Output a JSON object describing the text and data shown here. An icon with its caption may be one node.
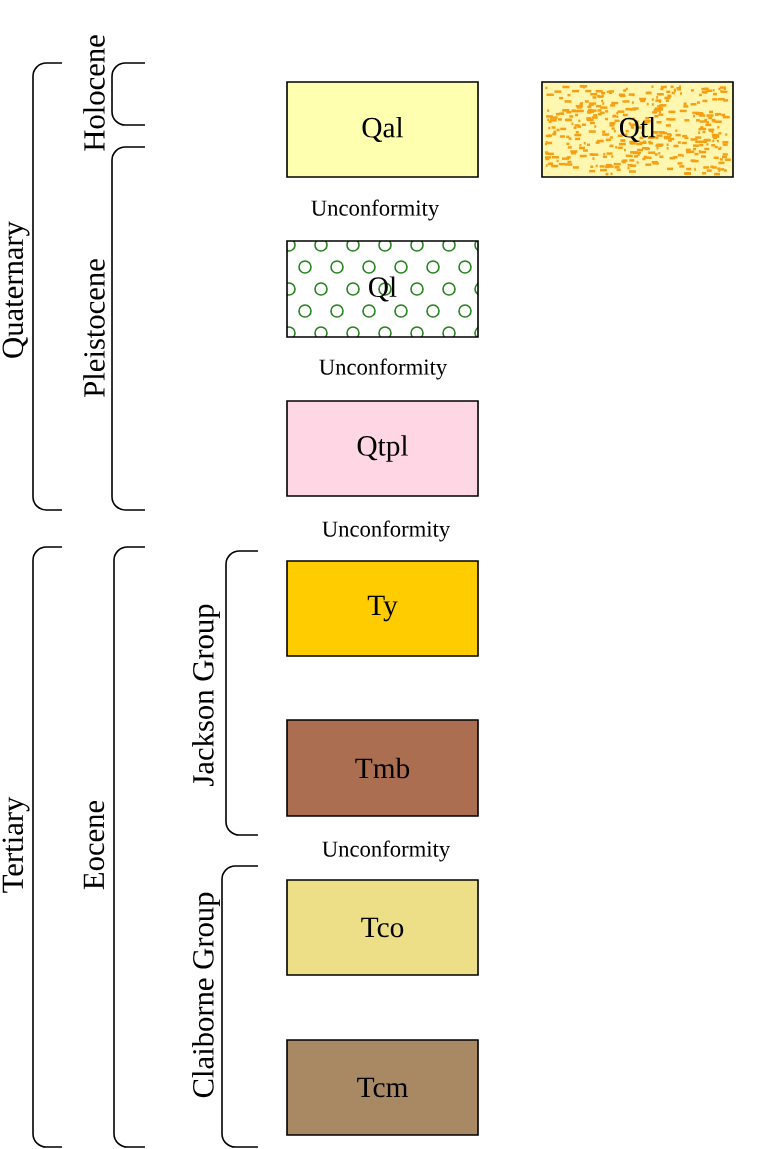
{
  "diagram": {
    "nodes": [
      {
        "text": [
          "Qal"
        ]
      },
      {
        "text": [
          "Qtl"
        ]
      },
      {
        "text": [
          "Ql"
        ]
      },
      {
        "text": [
          "Qtpl"
        ]
      },
      {
        "text": [
          "Ty"
        ]
      },
      {
        "text": [
          "Tmb"
        ]
      },
      {
        "text": [
          "Tco"
        ]
      },
      {
        "text": [
          "Tcm"
        ]
      }
    ],
    "labels": [
      "Holocene",
      "Quaternary",
      "Pleistocene",
      "Unconformity",
      "Unconformity",
      "Unconformity",
      "Jackson Group",
      "Tertiary",
      "Eocene",
      "Unconformity",
      "Claiborne Group"
    ]
  }
}
